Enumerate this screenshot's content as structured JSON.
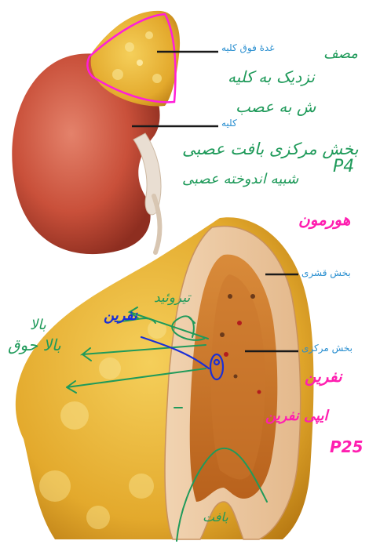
{
  "labels": {
    "adrenal_gland": "غدهٔ فوق کلیه",
    "kidney": "کلیه",
    "cortex": "بخش قشری",
    "medulla": "بخش مرکزی"
  },
  "annotations": {
    "green": {
      "top_right_1": "مصف",
      "top_right_2": "نزدیک به کلیه",
      "top_right_3": "ش به عصب",
      "middle_right_1": "بخش مرکزی بافت عصبی",
      "middle_right_2": "شبیه اندوخته عصبی",
      "page_ref_1": "P4",
      "left_1": "تیروئید",
      "left_2": "بالا",
      "left_3": "بالا حوق",
      "bottom": "بافت"
    },
    "pink": {
      "cortex_note": "هورمون",
      "medulla_note": "نفرین",
      "bottom_right": "ایپی نفرین",
      "page_ref_2": "P25"
    },
    "blue": {
      "arrow_note": "نفرین"
    }
  },
  "colors": {
    "label_text": "#2a8fd0",
    "green_ink": "#1f9a5a",
    "pink_ink": "#ff1fb0",
    "blue_ink": "#1a2fd6"
  }
}
